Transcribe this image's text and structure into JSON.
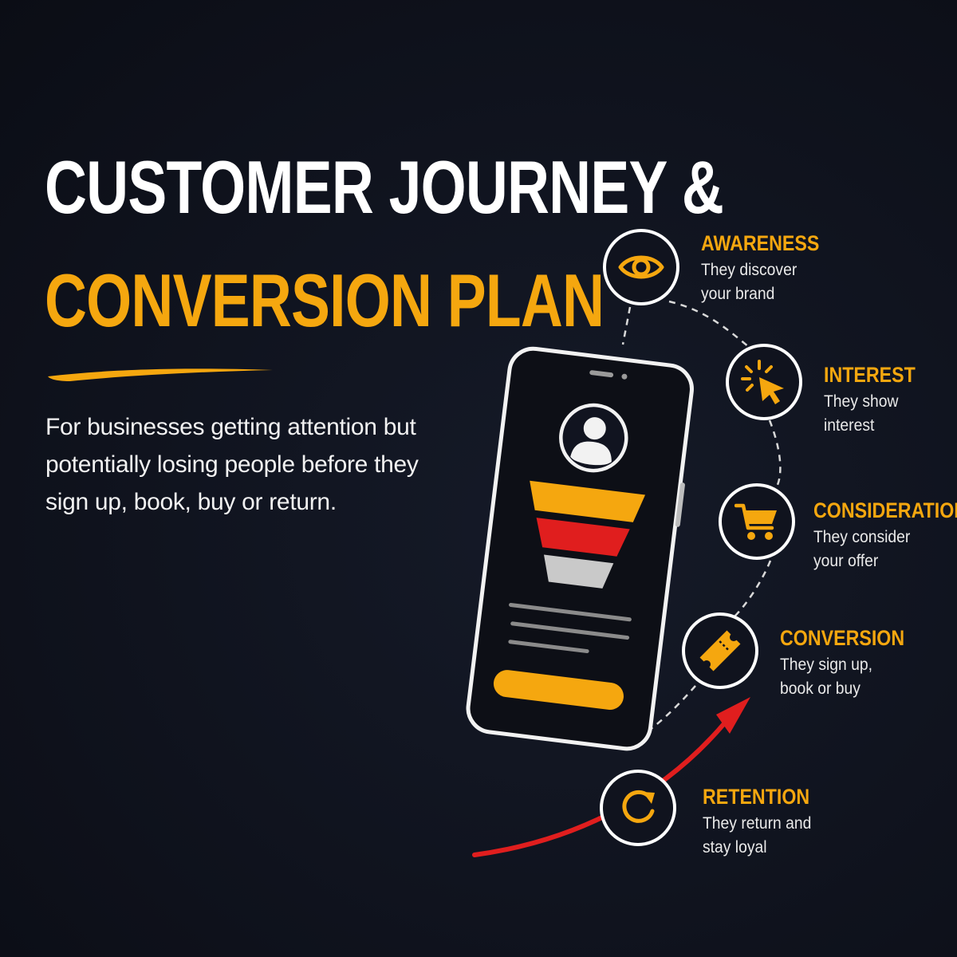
{
  "title": {
    "line1": "CUSTOMER JOURNEY &",
    "line2": "CONVERSION PLAN"
  },
  "subtitle": "For businesses getting attention but potentially losing people before they sign up, book, buy or return.",
  "colors": {
    "background": "#0f121d",
    "accent": "#f5a70f",
    "red": "#e01e1e",
    "gray": "#c9c9c9",
    "white": "#ffffff"
  },
  "stages": [
    {
      "title": "AWARENESS",
      "desc": "They discover your brand",
      "icon": "eye-icon"
    },
    {
      "title": "INTEREST",
      "desc": "They show interest",
      "icon": "cursor-click-icon"
    },
    {
      "title": "CONSIDERATION",
      "desc": "They consider your offer",
      "icon": "shopping-cart-icon"
    },
    {
      "title": "CONVERSION",
      "desc": "They sign up, book or buy",
      "icon": "ticket-icon"
    },
    {
      "title": "RETENTION",
      "desc": "They return and stay loyal",
      "icon": "refresh-icon"
    }
  ]
}
